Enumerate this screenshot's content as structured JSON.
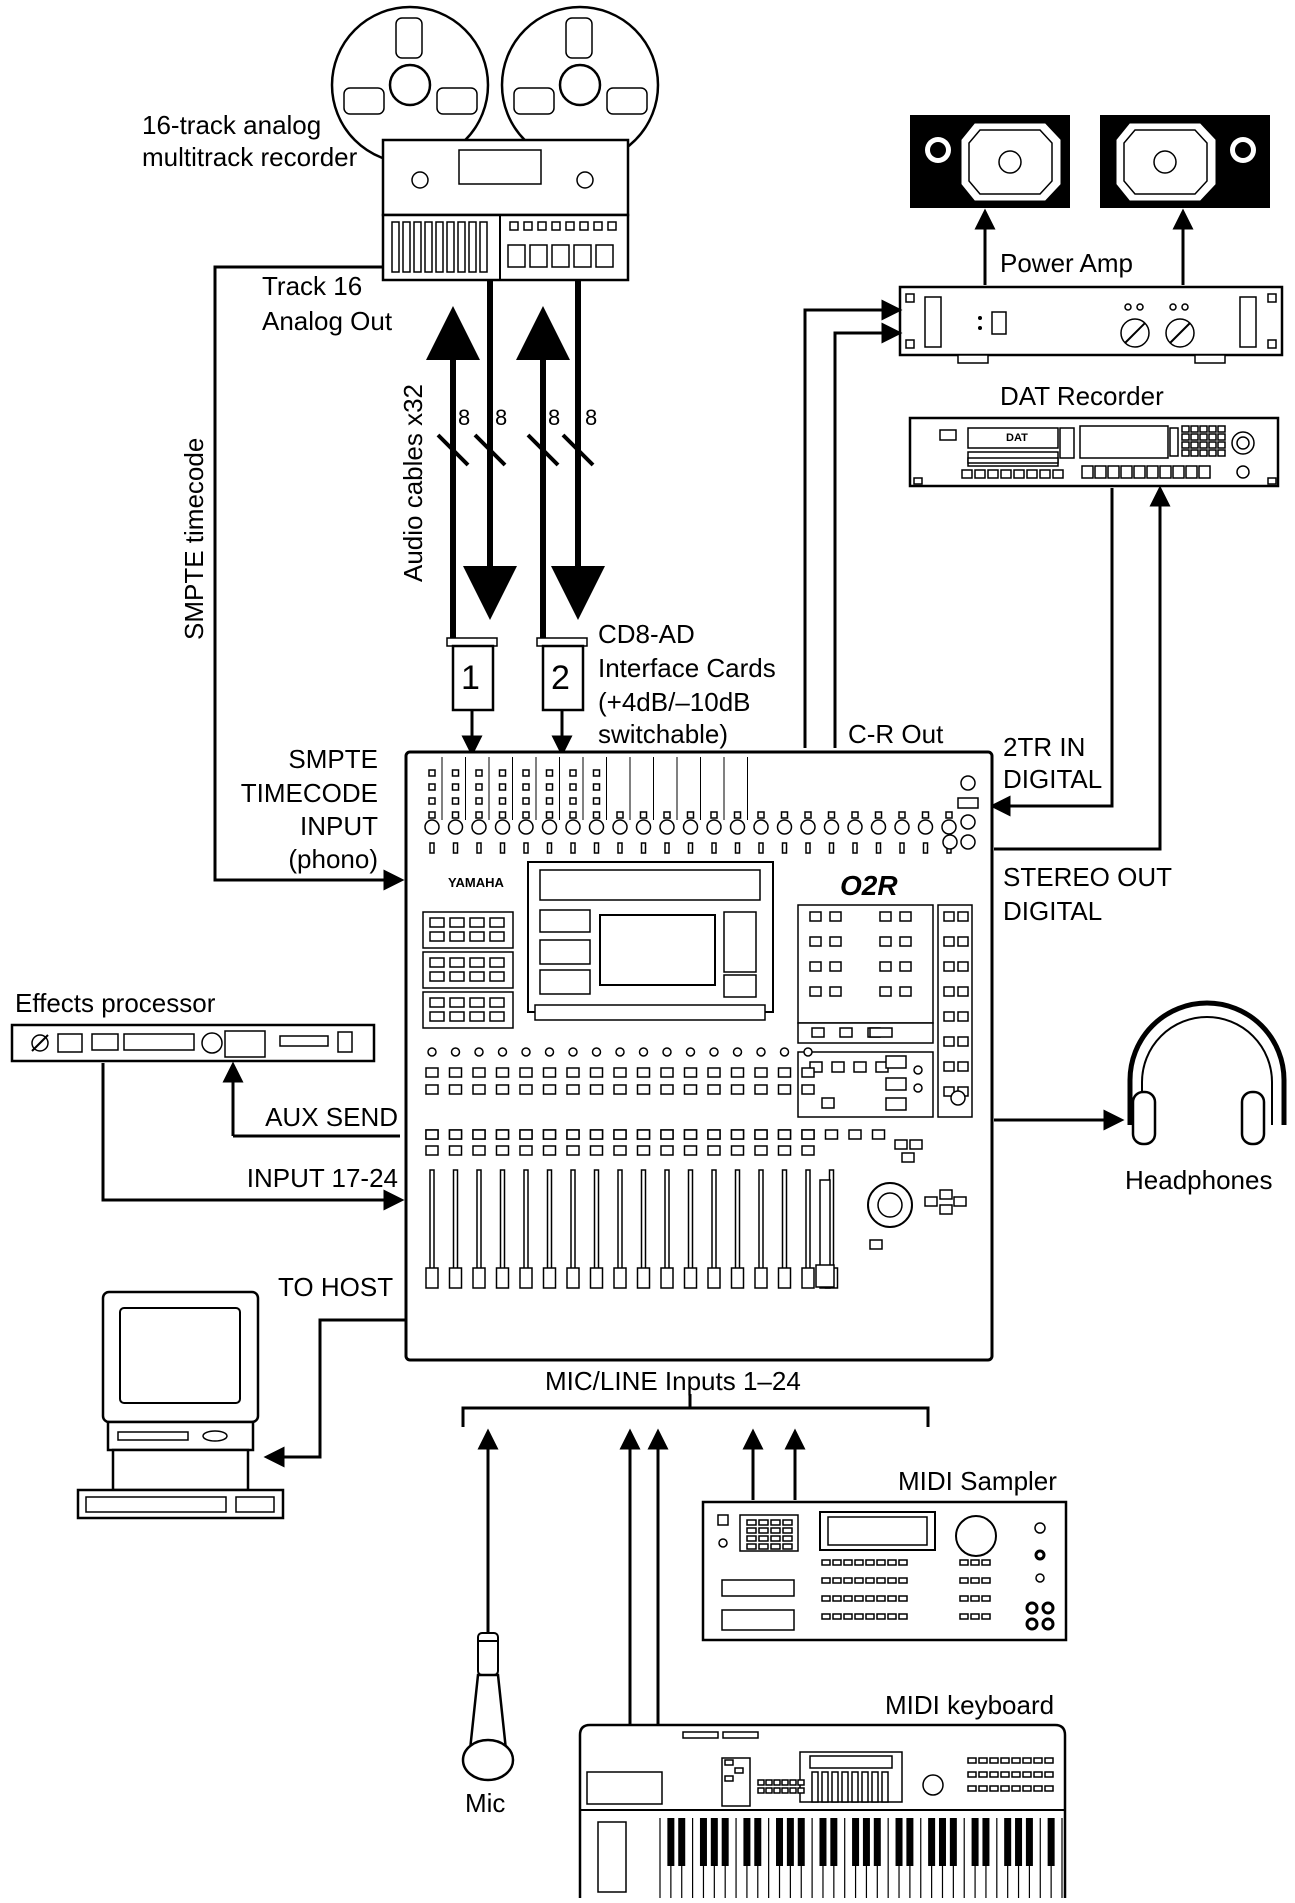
{
  "labels": {
    "multitrack": [
      "16-track analog",
      "multitrack recorder"
    ],
    "track16": [
      "Track 16",
      "Analog Out"
    ],
    "audio_cables": "Audio cables x32",
    "smpte_timecode": "SMPTE timecode",
    "cd8ad": [
      "CD8-AD",
      "Interface Cards",
      "(+4dB/–10dB",
      "switchable)"
    ],
    "card1": "1",
    "card2": "2",
    "bundle_count": "8",
    "smpte_input": [
      "SMPTE",
      "TIMECODE",
      "INPUT",
      "(phono)"
    ],
    "cr_out": "C-R Out",
    "tr_in": [
      "2TR IN",
      "DIGITAL"
    ],
    "stereo_out": [
      "STEREO OUT",
      "DIGITAL"
    ],
    "power_amp": "Power Amp",
    "dat_recorder": "DAT Recorder",
    "dat_badge": "DAT",
    "effects": "Effects processor",
    "aux_send": "AUX SEND",
    "input_17_24": "INPUT 17-24",
    "to_host": "TO HOST",
    "headphones": "Headphones",
    "mic_line": "MIC/LINE Inputs 1–24",
    "midi_sampler": "MIDI Sampler",
    "midi_keyboard": "MIDI keyboard",
    "mic": "Mic",
    "yamaha": "YAMAHA",
    "o2r": "O2R"
  }
}
